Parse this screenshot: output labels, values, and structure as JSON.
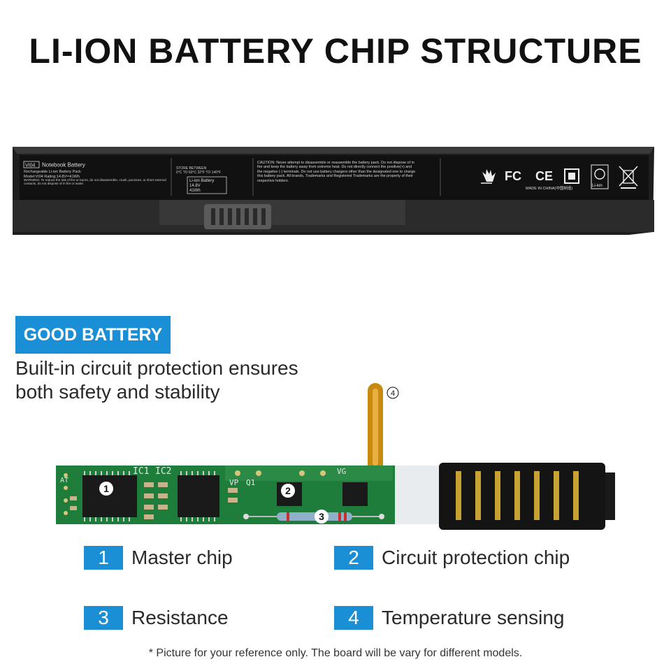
{
  "title": "LI-ION BATTERY CHIP STRUCTURE",
  "battery": {
    "model_box": "VI04",
    "name": "Notebook Battery",
    "type": "Rechargeable Li-ion Battery Pack",
    "model_rating": "Model:VI04   Rating:14.8V⎓41Wh",
    "warning_en": "WARNING: To reduce the risk of fire or burns, do not disassemble, crush, puncture, or short external contacts, do not dispose of in fire or water.",
    "store_title": "STORE BETWEEN",
    "store_range": "0°C TO 60°C   32°F TO 140°F",
    "voltage_box": [
      "Li-ion Battery",
      "14.8V",
      "41Wh"
    ],
    "caution_text": "CAUTION: Never attempt to disassemble or reassemble the battery pack. Do not dispose of in fire and keep the battery away from extreme heat. Do not directly connect the positive(+) and the negative (-) terminals. Do not use battery chargers other than the designated one to charge this battery pack. All brands, Trademarks and Registered Trademarks are the property of their respective holders.",
    "cert_fc": "FC",
    "cert_ce": "CE",
    "made_in": "MADE IN CHINA(中国制造)",
    "li_ion_mark": "Li-ion"
  },
  "badge": "GOOD BATTERY",
  "subtitle": [
    "Built-in circuit protection ensures",
    "both safety and stability"
  ],
  "board": {
    "labels": {
      "ic1": "IC1",
      "ic2": "IC2",
      "vp": "VP",
      "q1": "Q1",
      "vg": "VG",
      "at": "AT"
    },
    "markers": [
      "1",
      "2",
      "3",
      "4"
    ]
  },
  "legend": [
    {
      "num": "1",
      "label": "Master chip"
    },
    {
      "num": "2",
      "label": "Circuit protection chip"
    },
    {
      "num": "3",
      "label": "Resistance"
    },
    {
      "num": "4",
      "label": "Temperature sensing"
    }
  ],
  "footnote": "* Picture for your reference only. The board will be vary for different models.",
  "colors": {
    "accent": "#1a8fd6",
    "pcb": "#1f7d3c",
    "battery": "#2a2a2a"
  }
}
